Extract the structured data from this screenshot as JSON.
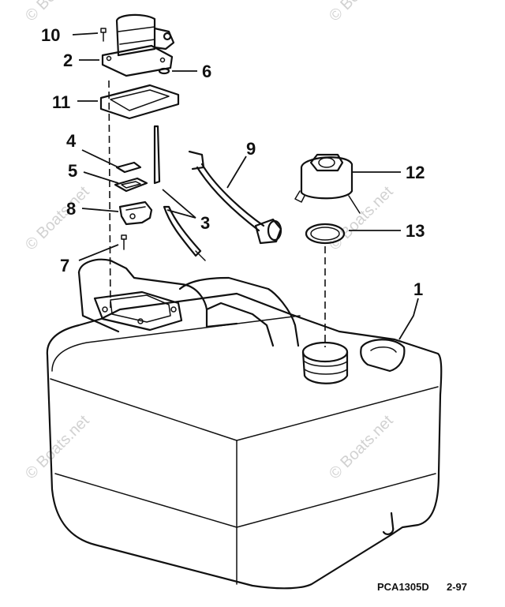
{
  "callouts": {
    "c1": "1",
    "c2": "2",
    "c3": "3",
    "c4": "4",
    "c5": "5",
    "c6": "6",
    "c7": "7",
    "c8": "8",
    "c9": "9",
    "c10": "10",
    "c11": "11",
    "c12": "12",
    "c13": "13"
  },
  "watermark": "© Boats.net",
  "caption": {
    "code": "PCA1305D",
    "date": "2-97"
  }
}
